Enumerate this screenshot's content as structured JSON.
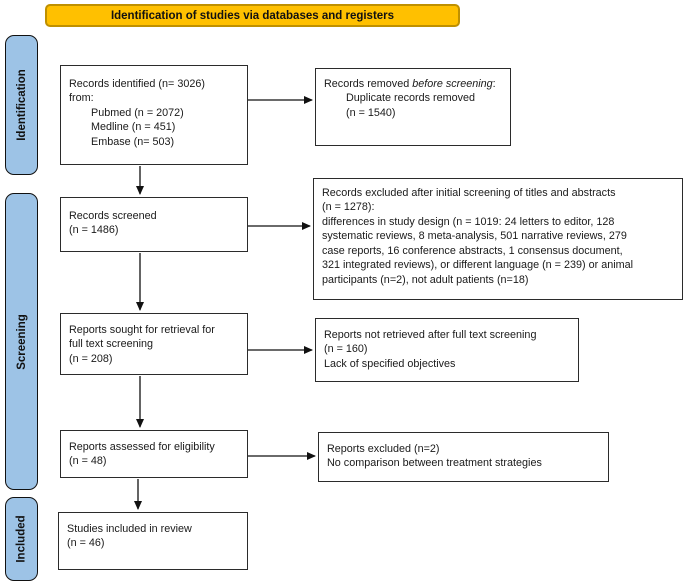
{
  "banner": {
    "label": "Identification of studies via databases and registers"
  },
  "colors": {
    "banner_fill": "#FFC000",
    "banner_border": "#BF9000",
    "stage_fill": "#9DC3E6",
    "box_border": "#2B2B2B"
  },
  "stages": [
    {
      "id": "identification",
      "label": "Identification"
    },
    {
      "id": "screening",
      "label": "Screening"
    },
    {
      "id": "included",
      "label": "Included"
    }
  ],
  "flow": {
    "identified": {
      "title": "Records identified (n= 3026)",
      "subtitle": "from:",
      "sources": [
        "Pubmed (n = 2072)",
        "Medline (n = 451)",
        "Embase (n= 503)"
      ]
    },
    "screened": {
      "lines": [
        "Records screened",
        "(n = 1486)"
      ]
    },
    "sought": {
      "lines": [
        "Reports sought for retrieval for",
        "full text screening",
        "(n = 208)"
      ]
    },
    "assessed": {
      "lines": [
        "Reports assessed for eligibility",
        "(n = 48)"
      ]
    },
    "included": {
      "lines": [
        "Studies included in review",
        "(n = 46)"
      ]
    }
  },
  "exclusions": {
    "removed_before_screening": {
      "normal1": "Records removed ",
      "italic": "before screening",
      "normal2": ":",
      "details": [
        "Duplicate records removed",
        "(n = 1540)"
      ]
    },
    "excluded_initial": {
      "lines": [
        "Records excluded after initial screening of titles and abstracts",
        "(n = 1278):",
        "differences in study design (n = 1019: 24 letters to editor, 128",
        "systematic reviews, 8 meta-analysis, 501 narrative reviews, 279",
        "case reports, 16 conference abstracts, 1 consensus document,",
        "321 integrated reviews), or different language (n = 239) or animal",
        "participants (n=2), not adult patients (n=18)"
      ]
    },
    "not_retrieved": {
      "lines": [
        "Reports not retrieved after full text screening",
        "(n = 160)",
        "Lack of specified objectives"
      ]
    },
    "excluded_eligibility": {
      "lines": [
        "Reports excluded (n=2)",
        "No comparison between treatment strategies"
      ]
    }
  }
}
